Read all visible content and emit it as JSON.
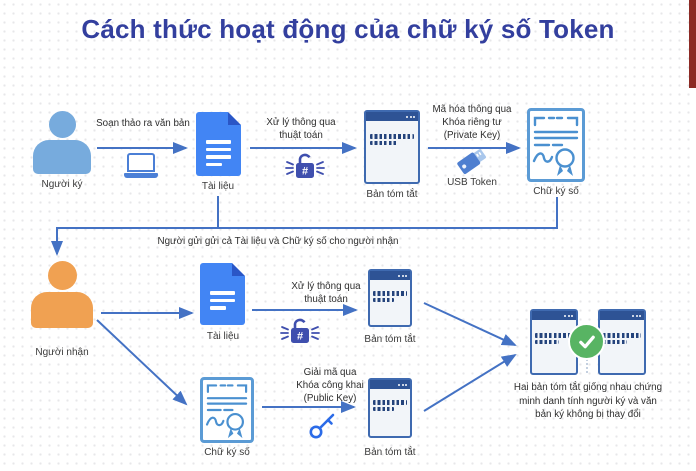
{
  "title": "Cách thức hoạt động của chữ ký số Token",
  "colors": {
    "title": "#333f9e",
    "arrow": "#4472c4",
    "signer_person": "#77abdd",
    "receiver_person": "#f0a152",
    "document": "#4285f4",
    "window_bar": "#2e5395",
    "certificate": "#5b9bd5",
    "lock": "#3f4fae",
    "check_green": "#58b463"
  },
  "flow_sign": {
    "signer": "Người ký",
    "draft_step": "Soạn thảo ra văn bản",
    "document": "Tài liệu",
    "hash_step": "Xử lý thông qua\nthuật toán",
    "digest": "Bản tóm tắt",
    "encrypt_step": "Mã hóa thông qua\nKhóa riêng tư\n(Private Key)",
    "usb": "USB Token",
    "signature": "Chữ ký số"
  },
  "transfer_note": "Người gửi gửi cả Tài liệu và Chữ ký số cho người nhận",
  "flow_verify_doc": {
    "receiver": "Người nhận",
    "document": "Tài liệu",
    "hash_step": "Xử lý thông qua\nthuật toán",
    "digest": "Bản tóm tắt"
  },
  "flow_verify_sig": {
    "signature": "Chữ ký số",
    "decrypt_step": "Giải mã qua\nKhóa công khai\n(Public Key)",
    "digest": "Bản tóm tắt"
  },
  "result_note": "Hai bản tóm tắt giống nhau chứng\nminh danh tính người ký và văn\nbản ký không bị thay đổi",
  "icons": {
    "signer": "person-icon",
    "receiver": "person-icon",
    "draft": "laptop-icon",
    "document": "document-icon",
    "hash": "lock-hash-icon",
    "digest": "browser-window-icon",
    "encrypt": "usb-token-icon",
    "signature": "certificate-icon",
    "decrypt": "key-icon",
    "match": "check-icon"
  }
}
